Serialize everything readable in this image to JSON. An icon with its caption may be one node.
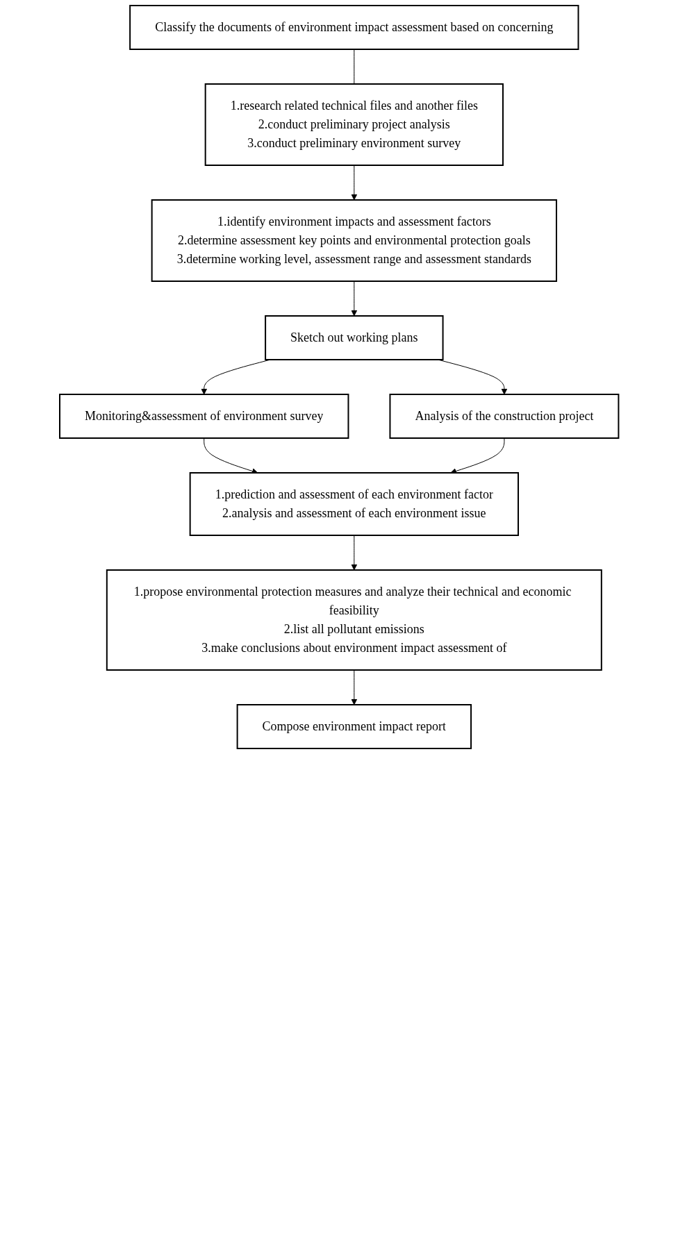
{
  "diagram": {
    "nodes": [
      {
        "text": [
          "Classify the documents of environment impact assessment based on concerning"
        ]
      },
      {
        "text": [
          "1.research related technical files and another files",
          "2.conduct preliminary project analysis",
          "3.conduct preliminary environment survey"
        ]
      },
      {
        "text": [
          "1.identify environment impacts and assessment factors",
          "2.determine assessment key points and environmental protection goals",
          "3.determine working level, assessment range and assessment standards"
        ]
      },
      {
        "text": [
          "Sketch out working plans"
        ]
      },
      {
        "text": [
          "Monitoring&assessment of environment survey"
        ]
      },
      {
        "text": [
          "Analysis of the construction project"
        ]
      },
      {
        "text": [
          "1.prediction and assessment of each environment factor",
          "2.analysis and assessment of each environment issue"
        ]
      },
      {
        "text": [
          "1.propose environmental protection measures and analyze their technical and economic feasibility",
          "2.list all pollutant emissions",
          "3.make conclusions about environment impact assessment of"
        ]
      },
      {
        "text": [
          "Compose environment impact report"
        ]
      }
    ],
    "edges": [
      {
        "from": 0,
        "to": 1,
        "arrow": "none"
      },
      {
        "from": 1,
        "to": 2,
        "arrow": "to"
      },
      {
        "from": 2,
        "to": 3,
        "arrow": "to"
      },
      {
        "from": 3,
        "to": 4,
        "arrow": "to"
      },
      {
        "from": 3,
        "to": 5,
        "arrow": "to"
      },
      {
        "from": 4,
        "to": 6,
        "arrow": "to"
      },
      {
        "from": 5,
        "to": 6,
        "arrow": "to"
      },
      {
        "from": 6,
        "to": 7,
        "arrow": "to"
      },
      {
        "from": 7,
        "to": 8,
        "arrow": "to"
      }
    ]
  }
}
